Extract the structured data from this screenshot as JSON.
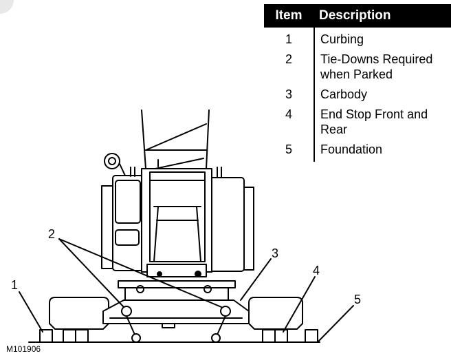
{
  "legend": {
    "header_item": "Item",
    "header_description": "Description",
    "rows": [
      {
        "item": "1",
        "description": "Curbing"
      },
      {
        "item": "2",
        "description": "Tie-Downs Required when Parked"
      },
      {
        "item": "3",
        "description": "Carbody"
      },
      {
        "item": "4",
        "description": "End Stop Front and Rear"
      },
      {
        "item": "5",
        "description": "Foundation"
      }
    ]
  },
  "callouts": [
    "1",
    "2",
    "3",
    "4",
    "5"
  ],
  "figure_id": "M101906"
}
